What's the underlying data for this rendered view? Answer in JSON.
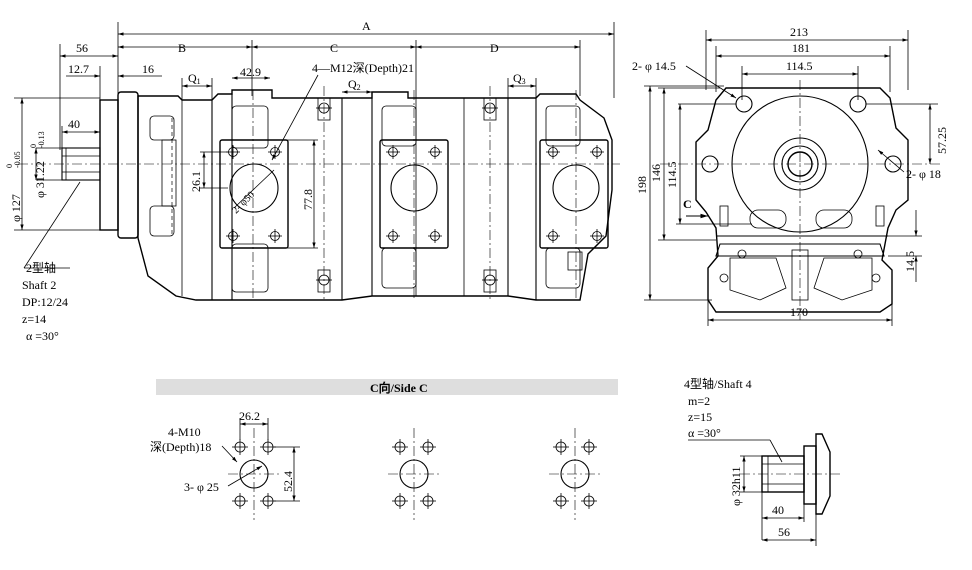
{
  "front_view": {
    "dim_A": "A",
    "dim_B": "B",
    "dim_C": "C",
    "dim_D": "D",
    "dim_56": "56",
    "dim_12_7": "12.7",
    "dim_16": "16",
    "dim_Q1": "Q",
    "dim_Q1_sub": "1",
    "dim_42_9": "42.9",
    "dim_Q2": "Q",
    "dim_Q2_sub": "2",
    "dim_Q3": "Q",
    "dim_Q3_sub": "3",
    "thread_note": "4—M12深(Depth)21",
    "dim_40": "40",
    "dim_phi127": "φ 127",
    "dim_phi127_tol_top": "0",
    "dim_phi127_tol_bot": "-0.05",
    "dim_phi31": "φ 31.22",
    "dim_phi31_tol_top": "0",
    "dim_phi31_tol_bot": "-0.13",
    "dim_26_1": "26.1",
    "dim_phi50": "2- φ50",
    "dim_77_8": "77.8",
    "shaft2": [
      "2型轴",
      "Shaft 2",
      "DP:12/24",
      "z=14",
      "α =30°"
    ]
  },
  "side_view": {
    "dim_213": "213",
    "dim_181": "181",
    "dim_114_5_top": "114.5",
    "dim_2phi14_5": "2- φ 14.5",
    "dim_57_25": "57.25",
    "dim_2phi18": "2- φ 18",
    "dim_198": "198",
    "dim_146": "146",
    "dim_114_5_left": "114.5",
    "arrow_c": "C",
    "dim_14_5": "14.5",
    "dim_170": "170"
  },
  "side_c": {
    "title": "C向/Side C",
    "thread_note_1": "4-M10",
    "thread_note_2": "深(Depth)18",
    "dim_26_2": "26.2",
    "dim_52_4": "52.4",
    "dim_3phi25": "3- φ 25"
  },
  "shaft4": {
    "lines": [
      "4型轴/Shaft 4",
      "m=2",
      "z=15",
      "α =30°"
    ],
    "dim_phi32": "φ 32h11",
    "dim_40": "40",
    "dim_56": "56"
  }
}
